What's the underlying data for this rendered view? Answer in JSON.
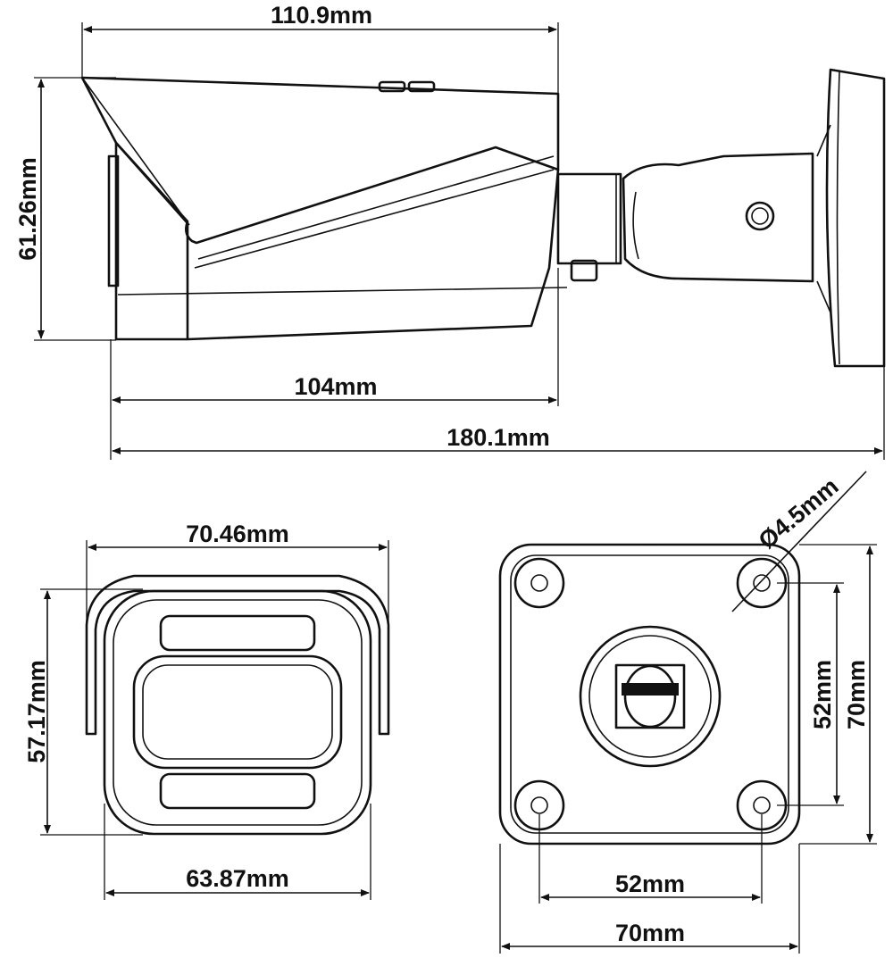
{
  "side_view": {
    "length_top": "110.9mm",
    "height": "61.26mm",
    "body_length": "104mm",
    "total_length": "180.1mm"
  },
  "front_view": {
    "width_top": "70.46mm",
    "height": "57.17mm",
    "width_bottom": "63.87mm"
  },
  "mount_view": {
    "hole_diameter": "Ø4.5mm",
    "hole_spacing_vertical": "52mm",
    "base_height": "70mm",
    "hole_spacing_horizontal": "52mm",
    "base_width": "70mm"
  }
}
